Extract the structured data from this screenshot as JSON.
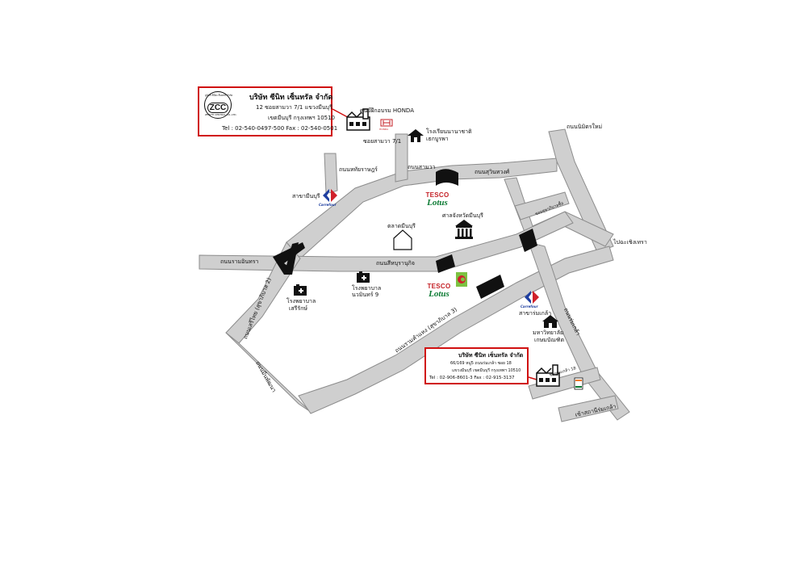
{
  "office_box": {
    "logo_ring": "ยูนิตกิ ซีนีท เซ็นทรัล จำกัด",
    "logo_text": "ZCC",
    "logo_sub": "ZENITH CENTRAL CO.,LTD.",
    "company": "บริษัท ซีนิท เซ็นทรัล จำกัด",
    "address1": "12 ซอยสามวา 7/1 แขวงมีนบุรี",
    "address2": "เขตมีนบุรี กรุงเทพฯ 10510",
    "tel": "Tel : 02-540-0497-500  Fax : 02-540-0501"
  },
  "factory_box": {
    "company": "บริษัท ซีนิท เซ็นทรัล จำกัด",
    "address1": "66/169 หมู่5 ถนนร่มเกล้า ซอย 18",
    "address2": "แขวงมีนบุรี เขตมีนบุรี กรุงเทพฯ 10510",
    "tel": "Tel : 02-906-8601-3  Fax : 02-915-3137"
  },
  "labels": {
    "honda_center": "ศูนย์ฝึกอบรม HONDA",
    "honda_mark": "HONDA",
    "mosque_1": "โรงเรียนนานาชาติ",
    "mosque_2": "เธกบูรพา",
    "soi_samwa": "ซอยสามวา 7/1",
    "nimitmai": "ถนนนิมิตรใหม่",
    "suwinthawong": "ถนนสุวินทวงศ์",
    "samwa_rd": "ถนนสามวา",
    "hathairat": "ถนนหทัยราษฎร์",
    "carrefour_minburi": "สาขามีนบุรี",
    "carrefour_logo": "Carrefour",
    "tesco_top": "TESCO",
    "tesco_bottom": "Lotus",
    "market": "ตลาดมีนบุรี",
    "city_hall": "ศาลจังหวัดมีนบุรี",
    "ramintra": "ถนนรามอินทรา",
    "sihaburanukit": "ถนนสีหบุรานุกิจ",
    "hospital_1a": "โรงพยาบาล",
    "hospital_1b": "นวมินทร์ 9",
    "hospital_2a": "โรงพยาบาล",
    "hospital_2b": "เสรีรักษ์",
    "serithai": "ถนนเสรีไทย (สุขาภิบาล 2)",
    "ramkhamhaeng": "ถนนรามคำแหง (สุขาภิบาล 3)",
    "nimitmai_soi": "ซอยสุขาภิบาลซื้อ",
    "to_chachoengsao": "ไปฉะเชิงเทรา",
    "romklao_rd": "ถนนร่มเกล้า",
    "carrefour_romklao": "สาขาร่มเกล้า",
    "university_1": "มหาวิทยาลัย",
    "university_2": "เกษมบัณฑิต",
    "seri_nakhon": "ถนนมีนพัฒนา",
    "soi_romklao18": "ซอยร่มเกล้า 18",
    "to_romklao_airport": "เข้าสถานีร่มเกล้า",
    "seven_eleven": "7"
  },
  "colors": {
    "road": "#cfcfcf",
    "road_edge": "#8c8c8c",
    "box_border": "#d01010",
    "carrefour_blue": "#1f3fa0",
    "carrefour_red": "#d0202a",
    "tesco_red": "#c41f24",
    "tesco_green": "#0a7a32",
    "bigc_green": "#7cc242"
  },
  "icons": [
    "factory-icon",
    "honda-logo-icon",
    "mosque-icon",
    "carrefour-logo-icon",
    "market-house-icon",
    "court-building-icon",
    "hospital-icon",
    "university-icon",
    "bigc-logo-icon",
    "seven-eleven-icon",
    "zenith-logo-icon"
  ]
}
